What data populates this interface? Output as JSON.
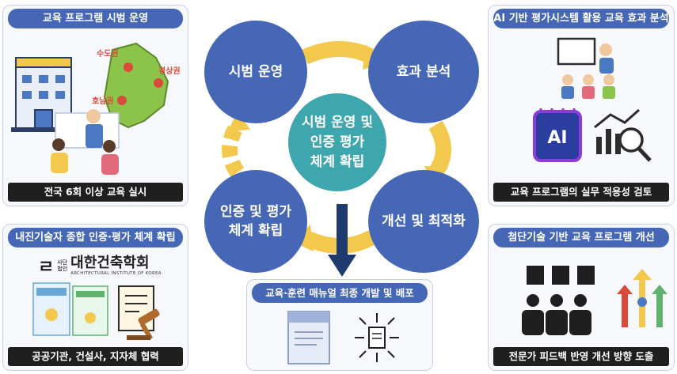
{
  "panels": {
    "top_left": {
      "title": "교육 프로그램 시범 운영",
      "footer": "전국 6회 이상 교육 실시",
      "map_labels": {
        "capital": "수도권",
        "gyeongsang": "경상권",
        "honam": "호남권"
      }
    },
    "top_right": {
      "title": "AI 기반 평가시스템 활용 교육 효과 분석",
      "footer": "교육 프로그램의 실무 적용성 검토",
      "chip_label": "AI"
    },
    "bottom_left": {
      "title": "내진기술자 종합 인증·평가 체계 확립",
      "footer": "공공기관, 건설사, 지자체 협력",
      "logo": {
        "small": "사단\n법인",
        "name": "대한건축학회",
        "english": "ARCHITECTURAL INSTITUTE OF KOREA"
      }
    },
    "bottom_right": {
      "title": "첨단기술 기반 교육 프로그램 개선",
      "footer": "전문가 피드백 반영 개선 방향 도출"
    },
    "bottom_center": {
      "title": "교육·훈련 매뉴얼 최종 개발 및 배포"
    }
  },
  "cycle": {
    "top_left": "시범 운영",
    "top_right": "효과 분석",
    "bottom_right": "개선 및 최적화",
    "bottom_left_line1": "인증 및 평가",
    "bottom_left_line2": "체계 확립",
    "center_line1": "시범 운영 및",
    "center_line2": "인증 평가",
    "center_line3": "체계 확립"
  },
  "colors": {
    "blue": "#4667b6",
    "teal": "#3ea6ad",
    "yellow": "#f2c94c",
    "navy": "#1f3a6e"
  }
}
